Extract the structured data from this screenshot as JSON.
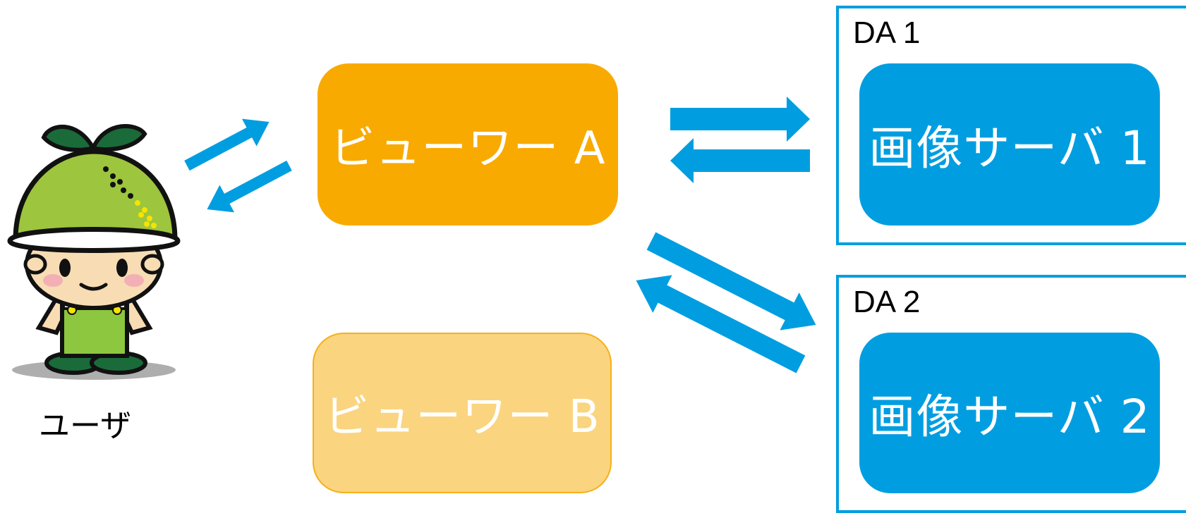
{
  "user": {
    "label": "ユーザ"
  },
  "viewers": {
    "a": "ビューワー A",
    "b": "ビューワー B"
  },
  "servers": {
    "da1": {
      "label": "DA 1",
      "server": "画像サーバ 1"
    },
    "da2": {
      "label": "DA 2",
      "server": "画像サーバ 2"
    }
  },
  "colors": {
    "arrow": "#009EE0",
    "viewer_active": "#F9AA00",
    "viewer_inactive": "#FAD47F",
    "server": "#009EE0"
  },
  "icons": [
    "mascot-character-icon"
  ]
}
